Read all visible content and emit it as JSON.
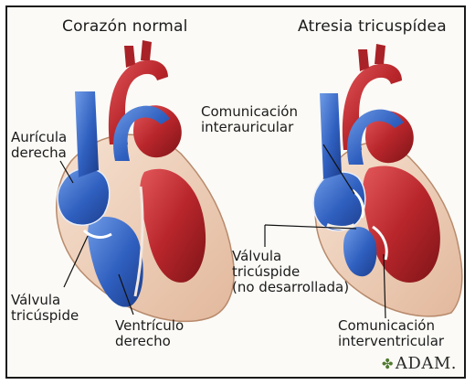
{
  "titles": {
    "left": "Corazón normal",
    "right": "Atresia tricuspídea"
  },
  "left_labels": {
    "right_atrium": "Aurícula\nderecha",
    "tricuspid_valve": "Válvula\ntricúspide",
    "right_ventricle": "Ventrículo\nderecho"
  },
  "right_labels": {
    "atrial_septal_defect": "Comunicación\ninterauricular",
    "undeveloped_tricuspid": "Válvula\ntricúspide\n(no desarrollada)",
    "ventricular_septal_defect": "Comunicación\ninterventricular"
  },
  "brand": "ADAM.",
  "colors": {
    "oxygen_poor": "#2f5fbf",
    "oxygen_rich": "#b8262b",
    "pericardium": "#eccab4"
  }
}
